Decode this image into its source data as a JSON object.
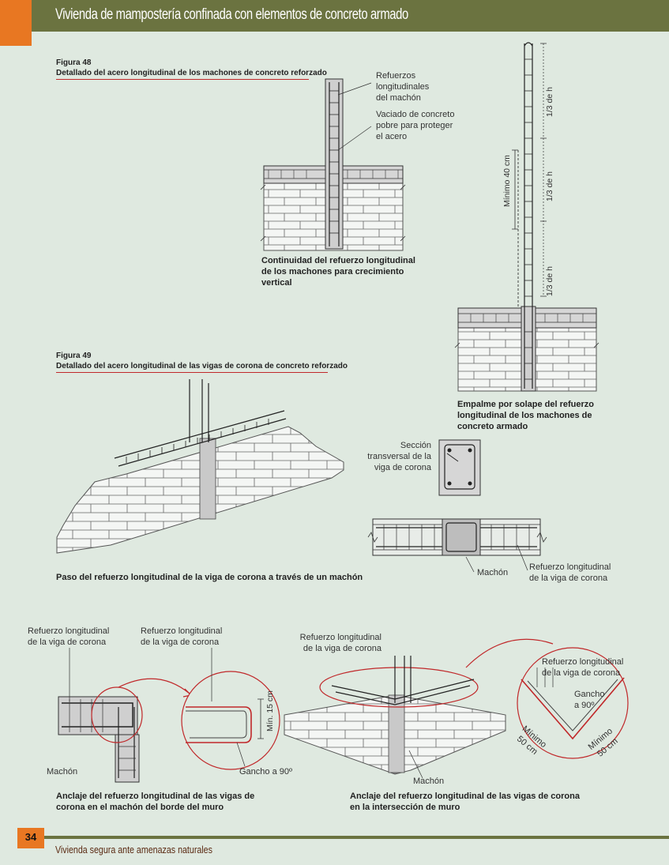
{
  "header": {
    "title": "Vivienda de mampostería confinada con elementos de concreto armado"
  },
  "figure48": {
    "number": "Figura 48",
    "title": "Detallado del acero longitudinal de los machones de concreto reforzado",
    "label_refuerzos": "Refuerzos\nlongitudinales\ndel machón",
    "label_vaciado": "Vaciado de concreto\npobre para proteger\nel acero",
    "caption_continuidad": "Continuidad del refuerzo longitudinal\nde los machones para crecimiento\nvertical",
    "dim_tercio_1": "1/3 de h",
    "dim_tercio_2": "1/3 de h",
    "dim_tercio_3": "1/3 de h",
    "dim_minimo": "Mínimo 40 cm",
    "caption_empalme": "Empalme por solape del refuerzo\nlongitudinal de los machones de\nconcreto armado"
  },
  "figure49": {
    "number": "Figura 49",
    "title": "Detallado del acero longitudinal de las vigas de corona de concreto reforzado",
    "label_seccion": "Sección\ntransversal de la\nviga de corona",
    "label_machon": "Machón",
    "label_refuerzo_viga": "Refuerzo longitudinal\nde la viga de corona",
    "caption_paso": "Paso del refuerzo longitudinal de la viga de corona a través de un machón"
  },
  "figure_anclaje": {
    "label_ref_left": "Refuerzo longitudinal\nde la viga de corona",
    "label_ref_mid": "Refuerzo longitudinal\nde la viga de corona",
    "label_min15": "Mín. 15 cm",
    "label_gancho": "Gancho a 90º",
    "label_machon": "Machón",
    "caption_borde": "Anclaje del refuerzo longitudinal de las vigas de\ncorona en el machón del borde del muro",
    "label_ref_right": "Refuerzo longitudinal\nde la viga de corona",
    "label_ref_detail": "Refuerzo longitudinal\nde la viga de corona",
    "label_gancho_detail": "Gancho\na 90º",
    "label_min50_a": "Mínimo\n50 cm",
    "label_min50_b": "Mínimo\n50 cm",
    "label_machon_right": "Machón",
    "caption_interseccion": "Anclaje del refuerzo longitudinal de las vigas de corona\nen la intersección de muro"
  },
  "footer": {
    "page_number": "34",
    "text": "Vivienda segura ante amenazas naturales"
  },
  "colors": {
    "olive": "#6b7340",
    "orange": "#e87722",
    "red": "#c0282a",
    "background": "#dfe9e0"
  }
}
